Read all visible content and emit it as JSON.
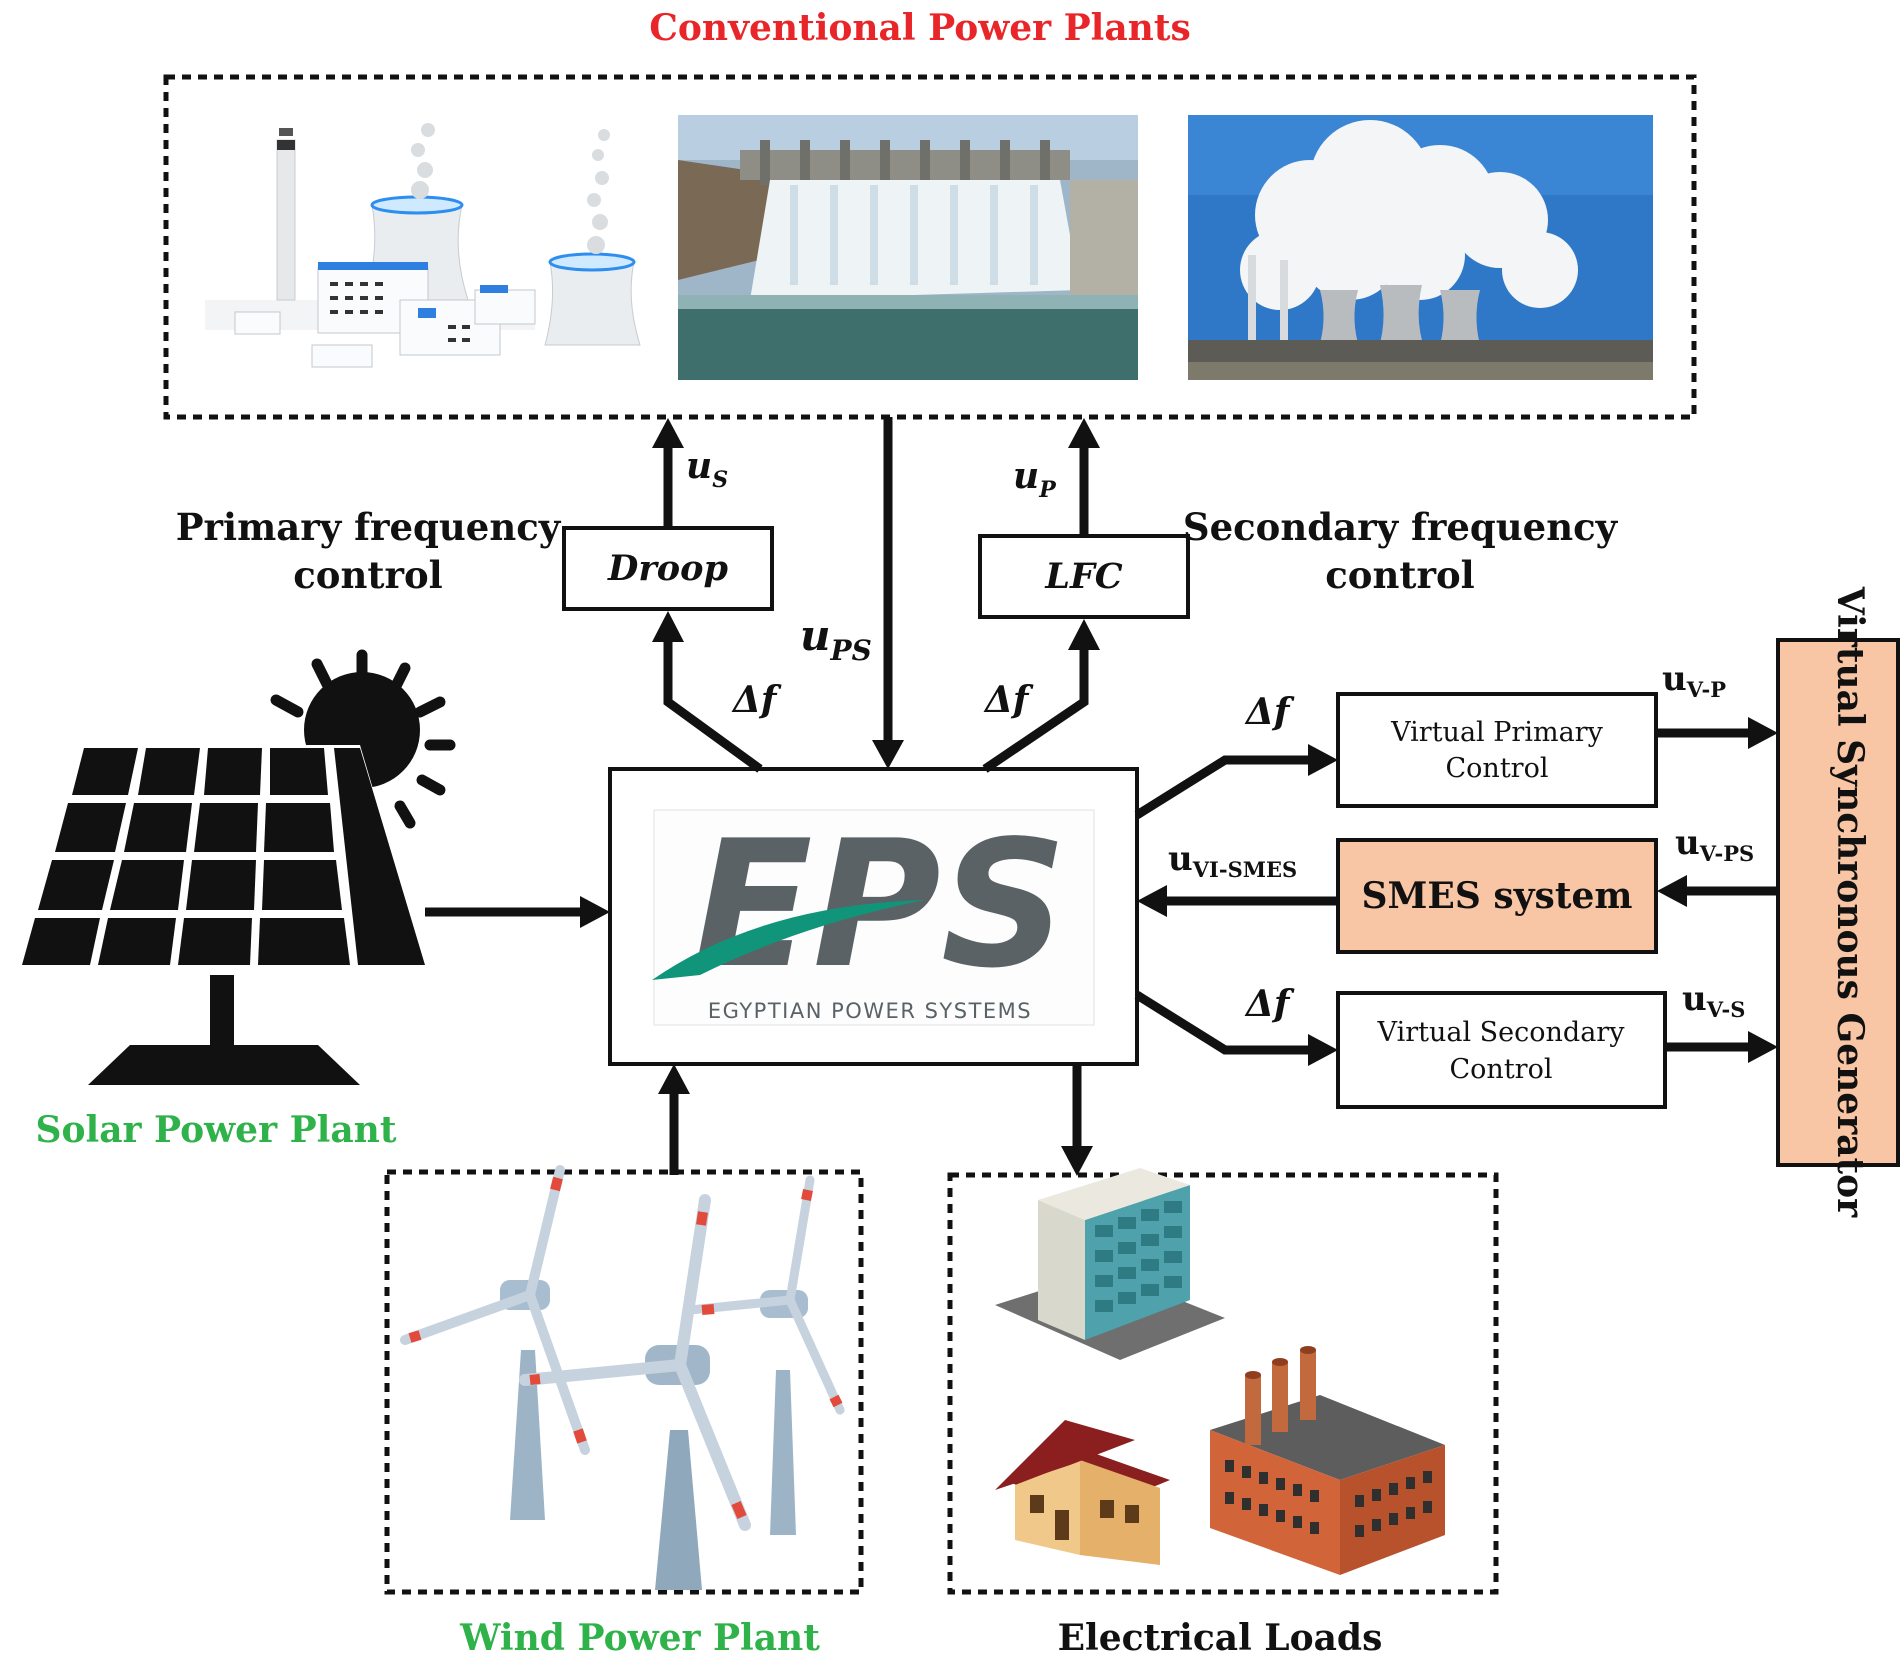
{
  "titles": {
    "conventional": "Conventional Power Plants",
    "solar": "Solar Power Plant",
    "wind": "Wind Power Plant",
    "loads": "Electrical Loads"
  },
  "labels": {
    "primary_line1": "Primary frequency",
    "primary_line2": "control",
    "secondary_line1": "Secondary frequency",
    "secondary_line2": "control"
  },
  "blocks": {
    "droop": "Droop",
    "lfc": "LFC",
    "vpc_line1": "Virtual Primary",
    "vpc_line2": "Control",
    "smes": "SMES system",
    "vsc_line1": "Virtual Secondary",
    "vsc_line2": "Control",
    "vsg": "Virtual Synchronous Generator"
  },
  "logo": {
    "letters": "EPS",
    "caption": "EGYPTIAN POWER SYSTEMS"
  },
  "signals": {
    "us": {
      "main": "u",
      "sub": "S"
    },
    "up": {
      "main": "u",
      "sub": "P"
    },
    "ups": {
      "main": "u",
      "sub": "PS"
    },
    "df": "Δf",
    "uvp": {
      "main": "u",
      "sub": "V-P"
    },
    "uvps": {
      "main": "u",
      "sub": "V-PS"
    },
    "uvs": {
      "main": "u",
      "sub": "V-S"
    },
    "uvismes": {
      "main": "u",
      "sub": "VI-SMES"
    }
  },
  "colors": {
    "red_title": "#e8262a",
    "green_title": "#2fb24a",
    "peach_block": "#f8c6a4",
    "logo_gray": "#5b6266",
    "logo_teal": "#10957a"
  }
}
